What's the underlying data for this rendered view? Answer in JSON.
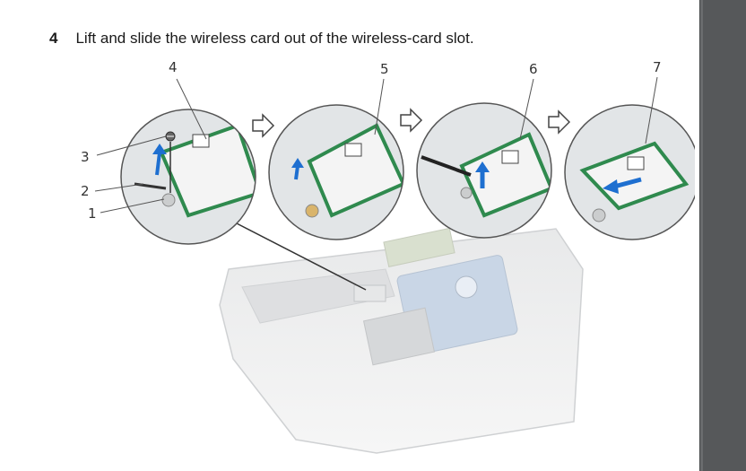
{
  "step": {
    "number": "4",
    "text": "Lift and slide the wireless card out of the wireless-card slot."
  },
  "figure": {
    "callouts": [
      "1",
      "2",
      "3",
      "4",
      "5",
      "6",
      "7"
    ]
  },
  "colors": {
    "sidebar": "#56585a",
    "callout_text": "#333333",
    "arrow": "#1e6fd0",
    "card": "#2f8a4e"
  }
}
